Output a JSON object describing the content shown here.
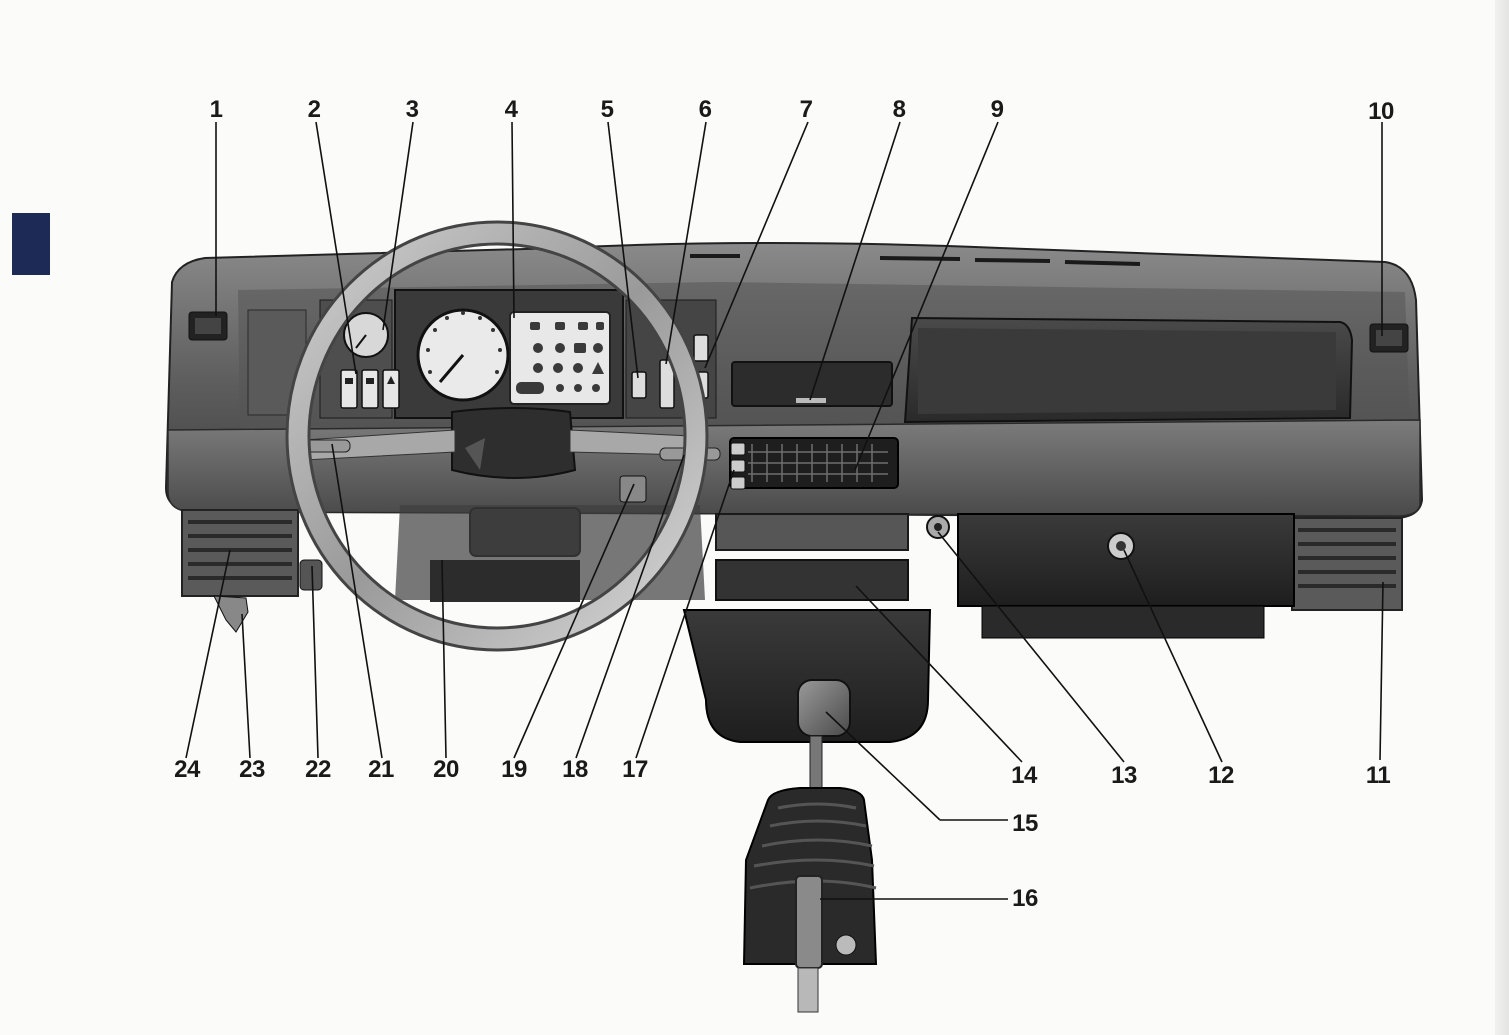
{
  "callouts": {
    "n1": "1",
    "n2": "2",
    "n3": "3",
    "n4": "4",
    "n5": "5",
    "n6": "6",
    "n7": "7",
    "n8": "8",
    "n9": "9",
    "n10": "10",
    "n11": "11",
    "n12": "12",
    "n13": "13",
    "n14": "14",
    "n15": "15",
    "n16": "16",
    "n17": "17",
    "n18": "18",
    "n19": "19",
    "n20": "20",
    "n21": "21",
    "n22": "22",
    "n23": "23",
    "n24": "24"
  },
  "colors": {
    "page": "#fbfbfa",
    "tab_marker": "#1d2a55",
    "dashboard": "#6e6e6e",
    "dashboard_dark": "#2e2e2e",
    "ink": "#1a1a1a"
  }
}
